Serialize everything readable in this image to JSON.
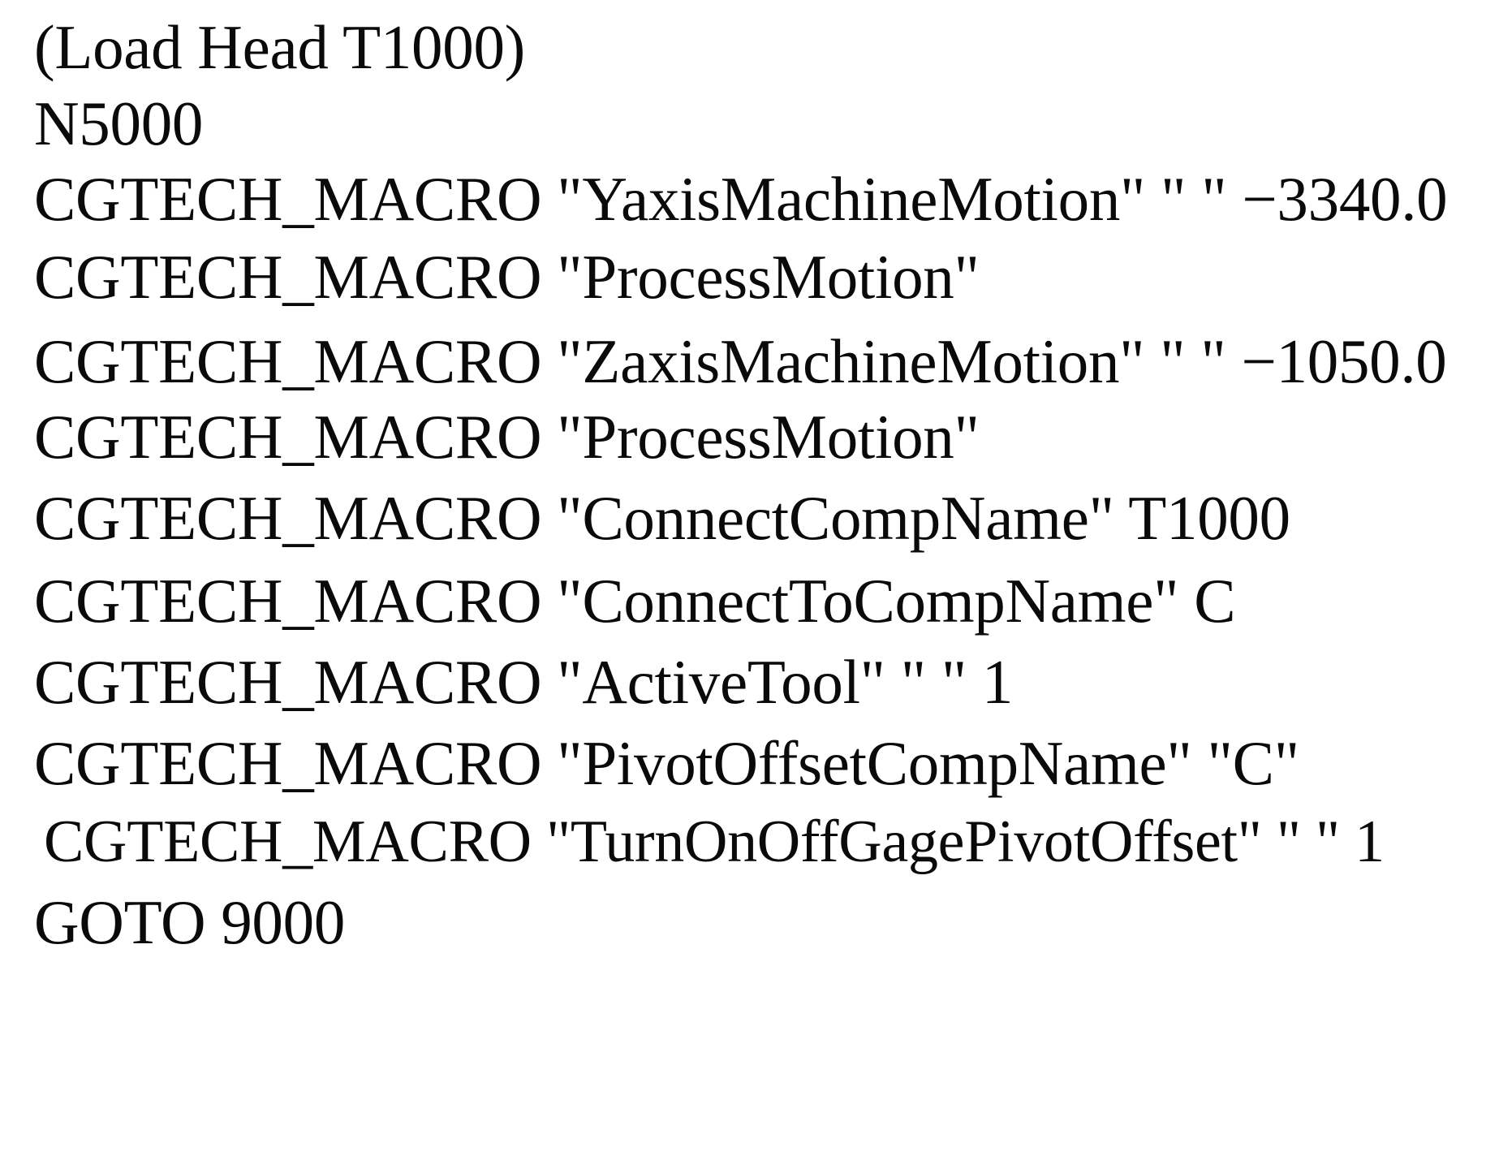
{
  "document": {
    "type": "nc-program-listing",
    "background_color": "#ffffff",
    "text_color": "#000000",
    "lines": [
      {
        "id": "line-1",
        "text": "(Load Head T1000)"
      },
      {
        "id": "line-2",
        "text": "N5000"
      },
      {
        "id": "line-3",
        "text": "CGTECH_MACRO \"YaxisMachineMotion\" \" \" −3340.0"
      },
      {
        "id": "line-4",
        "text": "CGTECH_MACRO \"ProcessMotion\""
      },
      {
        "id": "line-5",
        "text": "CGTECH_MACRO \"ZaxisMachineMotion\" \" \" −1050.0"
      },
      {
        "id": "line-6",
        "text": "CGTECH_MACRO \"ProcessMotion\""
      },
      {
        "id": "line-7",
        "text": "CGTECH_MACRO \"ConnectCompName\" T1000"
      },
      {
        "id": "line-8",
        "text": "CGTECH_MACRO \"ConnectToCompName\" C"
      },
      {
        "id": "line-9",
        "text": "CGTECH_MACRO \"ActiveTool\" \" \" 1"
      },
      {
        "id": "line-10",
        "text": "CGTECH_MACRO \"PivotOffsetCompName\" \"C\""
      },
      {
        "id": "line-11",
        "text": "CGTECH_MACRO \"TurnOnOffGagePivotOffset\" \" \" 1"
      },
      {
        "id": "line-12",
        "text": "GOTO 9000"
      }
    ]
  }
}
